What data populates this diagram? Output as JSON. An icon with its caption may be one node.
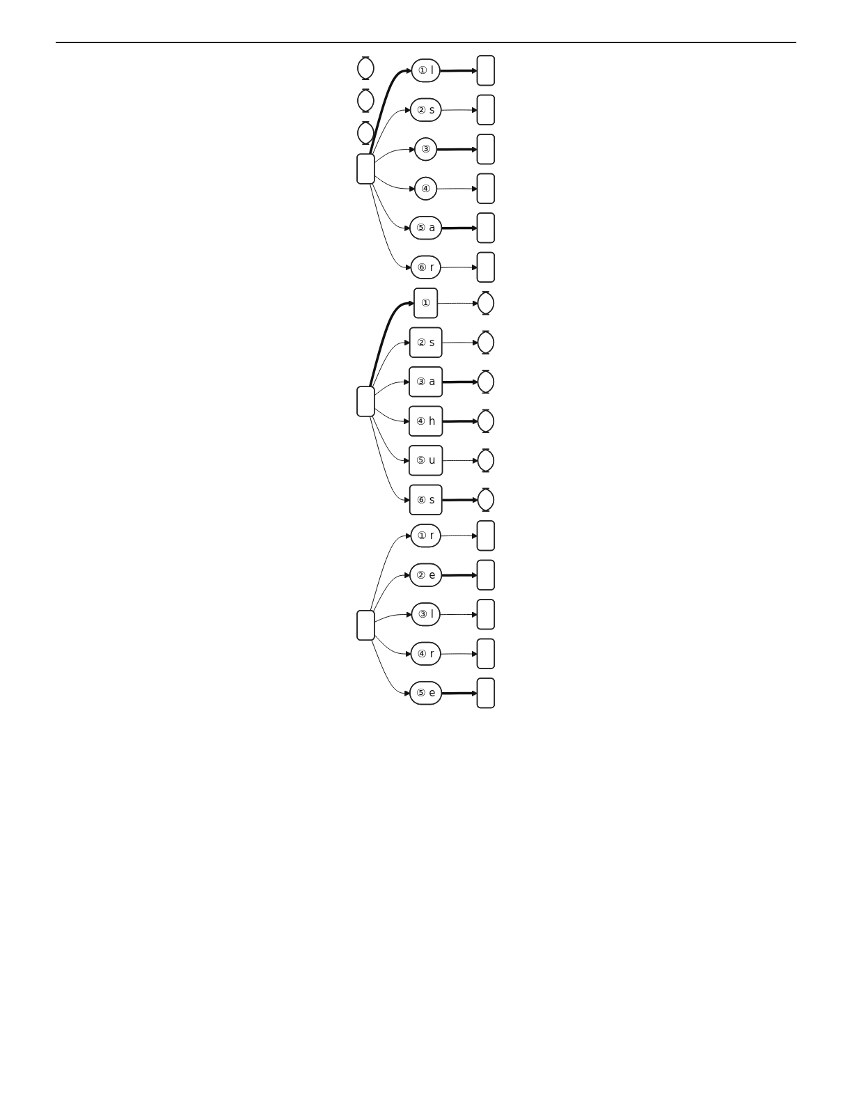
{
  "diagram": {
    "nodes": [
      {
        "text": [],
        "shape": "box"
      },
      {
        "text": [],
        "shape": "box"
      },
      {
        "text": [],
        "shape": "box"
      },
      {
        "text": [],
        "shape": "box"
      },
      {
        "text": [
          "① l"
        ]
      },
      {
        "text": [],
        "shape": "box"
      },
      {
        "text": [
          "② s"
        ]
      },
      {
        "text": [],
        "shape": "box"
      },
      {
        "text": [
          "③"
        ]
      },
      {
        "text": [],
        "shape": "box"
      },
      {
        "text": [
          "④"
        ]
      },
      {
        "text": [],
        "shape": "box"
      },
      {
        "text": [
          "⑤ a"
        ]
      },
      {
        "text": [],
        "shape": "box"
      },
      {
        "text": [
          "⑥ r"
        ]
      },
      {
        "text": [],
        "shape": "box"
      },
      {
        "text": [],
        "shape": "box"
      },
      {
        "text": [
          "①"
        ]
      },
      {
        "text": [],
        "shape": "box"
      },
      {
        "text": [
          "② s"
        ]
      },
      {
        "text": [],
        "shape": "box"
      },
      {
        "text": [
          "③ a"
        ]
      },
      {
        "text": [],
        "shape": "box"
      },
      {
        "text": [
          "④ h"
        ]
      },
      {
        "text": [],
        "shape": "box"
      },
      {
        "text": [
          "⑤ u"
        ]
      },
      {
        "text": [],
        "shape": "box"
      },
      {
        "text": [
          "⑥ s"
        ]
      },
      {
        "text": [],
        "shape": "box"
      },
      {
        "text": [],
        "shape": "box"
      },
      {
        "text": [
          "① r"
        ]
      },
      {
        "text": [],
        "shape": "box"
      },
      {
        "text": [
          "② e"
        ]
      },
      {
        "text": [],
        "shape": "box"
      },
      {
        "text": [
          "③ l"
        ]
      },
      {
        "text": [],
        "shape": "box"
      },
      {
        "text": [
          "④ r"
        ]
      },
      {
        "text": [],
        "shape": "box"
      },
      {
        "text": [
          "⑤ e"
        ]
      },
      {
        "text": [],
        "shape": "box"
      }
    ],
    "edges": [
      {
        "from": 3,
        "to": 4,
        "arrow": "to",
        "style": "thick"
      },
      {
        "from": 3,
        "to": 6,
        "arrow": "to"
      },
      {
        "from": 3,
        "to": 8,
        "arrow": "to"
      },
      {
        "from": 3,
        "to": 10,
        "arrow": "to"
      },
      {
        "from": 3,
        "to": 12,
        "arrow": "to"
      },
      {
        "from": 3,
        "to": 14,
        "arrow": "to"
      },
      {
        "from": 4,
        "to": 5,
        "arrow": "to",
        "style": "thick"
      },
      {
        "from": 6,
        "to": 7,
        "arrow": "to"
      },
      {
        "from": 8,
        "to": 9,
        "arrow": "to",
        "style": "thick"
      },
      {
        "from": 10,
        "to": 11,
        "arrow": "to"
      },
      {
        "from": 12,
        "to": 13,
        "arrow": "to",
        "style": "thick"
      },
      {
        "from": 14,
        "to": 15,
        "arrow": "to"
      },
      {
        "from": 16,
        "to": 17,
        "arrow": "to",
        "style": "thick"
      },
      {
        "from": 16,
        "to": 19,
        "arrow": "to"
      },
      {
        "from": 16,
        "to": 21,
        "arrow": "to"
      },
      {
        "from": 16,
        "to": 23,
        "arrow": "to"
      },
      {
        "from": 16,
        "to": 25,
        "arrow": "to"
      },
      {
        "from": 16,
        "to": 27,
        "arrow": "to"
      },
      {
        "from": 17,
        "to": 18,
        "arrow": "to"
      },
      {
        "from": 19,
        "to": 20,
        "arrow": "to"
      },
      {
        "from": 21,
        "to": 22,
        "arrow": "to",
        "style": "thick"
      },
      {
        "from": 23,
        "to": 24,
        "arrow": "to",
        "style": "thick"
      },
      {
        "from": 25,
        "to": 26,
        "arrow": "to"
      },
      {
        "from": 27,
        "to": 28,
        "arrow": "to",
        "style": "thick"
      },
      {
        "from": 29,
        "to": 30,
        "arrow": "to"
      },
      {
        "from": 29,
        "to": 32,
        "arrow": "to"
      },
      {
        "from": 29,
        "to": 34,
        "arrow": "to"
      },
      {
        "from": 29,
        "to": 36,
        "arrow": "to"
      },
      {
        "from": 29,
        "to": 38,
        "arrow": "to"
      },
      {
        "from": 30,
        "to": 31,
        "arrow": "to"
      },
      {
        "from": 32,
        "to": 33,
        "arrow": "to",
        "style": "thick"
      },
      {
        "from": 34,
        "to": 35,
        "arrow": "to"
      },
      {
        "from": 36,
        "to": 37,
        "arrow": "to"
      },
      {
        "from": 38,
        "to": 39,
        "arrow": "to",
        "style": "thick"
      }
    ]
  }
}
